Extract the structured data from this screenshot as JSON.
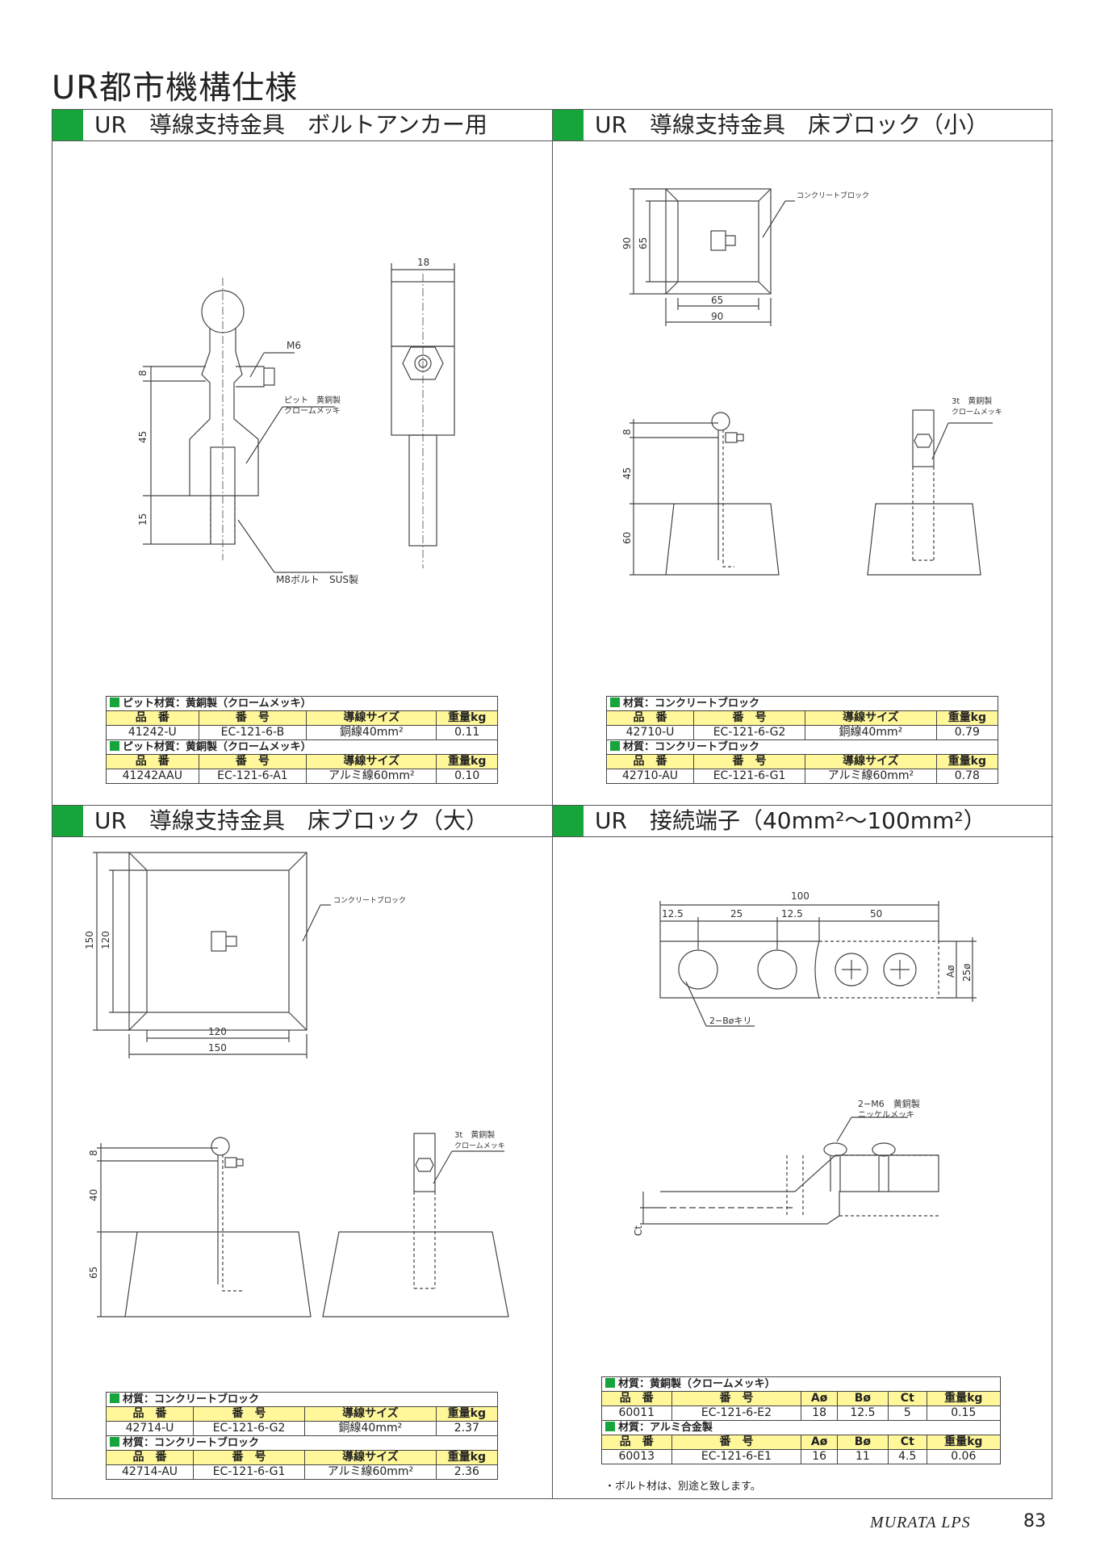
{
  "page_title": "UR都市機構仕様",
  "panels": {
    "p1": {
      "title": "UR　導線支持金具　ボルトアンカー用",
      "labels": {
        "m6": "M6",
        "pit1": "ピット　黄銅製",
        "pit2": "クロームメッキ",
        "bolt": "M8ボルト　SUS製",
        "d8": "8",
        "d45": "45",
        "d15": "15",
        "d18": "18"
      },
      "tables": [
        {
          "material": "ピット材質：黄銅製（クロームメッキ）",
          "headers": [
            "品　番",
            "番　号",
            "導線サイズ",
            "重量kg"
          ],
          "row": [
            "41242-U",
            "EC-121-6-B",
            "銅線40mm²",
            "0.11"
          ]
        },
        {
          "material": "ピット材質：黄銅製（クロームメッキ）",
          "headers": [
            "品　番",
            "番　号",
            "導線サイズ",
            "重量kg"
          ],
          "row": [
            "41242AAU",
            "EC-121-6-A1",
            "アルミ線60mm²",
            "0.10"
          ]
        }
      ]
    },
    "p2": {
      "title": "UR　導線支持金具　床ブロック（小）",
      "labels": {
        "block": "コンクリートブロック",
        "d90v": "90",
        "d65v": "65",
        "d65h": "65",
        "d90h": "90",
        "d8": "8",
        "d45": "45",
        "d60": "60",
        "t1": "3t　黄銅製",
        "t2": "クロームメッキ"
      },
      "tables": [
        {
          "material": "材質：コンクリートブロック",
          "headers": [
            "品　番",
            "番　号",
            "導線サイズ",
            "重量kg"
          ],
          "row": [
            "42710-U",
            "EC-121-6-G2",
            "銅線40mm²",
            "0.79"
          ]
        },
        {
          "material": "材質：コンクリートブロック",
          "headers": [
            "品　番",
            "番　号",
            "導線サイズ",
            "重量kg"
          ],
          "row": [
            "42710-AU",
            "EC-121-6-G1",
            "アルミ線60mm²",
            "0.78"
          ]
        }
      ]
    },
    "p3": {
      "title": "UR　導線支持金具　床ブロック（大）",
      "labels": {
        "block": "コンクリートブロック",
        "d150v": "150",
        "d120v": "120",
        "d120h": "120",
        "d150h": "150",
        "d8": "8",
        "d40": "40",
        "d65": "65",
        "t1": "3t　黄銅製",
        "t2": "クロームメッキ"
      },
      "tables": [
        {
          "material": "材質：コンクリートブロック",
          "headers": [
            "品　番",
            "番　号",
            "導線サイズ",
            "重量kg"
          ],
          "row": [
            "42714-U",
            "EC-121-6-G2",
            "銅線40mm²",
            "2.37"
          ]
        },
        {
          "material": "材質：コンクリートブロック",
          "headers": [
            "品　番",
            "番　号",
            "導線サイズ",
            "重量kg"
          ],
          "row": [
            "42714-AU",
            "EC-121-6-G1",
            "アルミ線60mm²",
            "2.36"
          ]
        }
      ]
    },
    "p4": {
      "title": "UR　接続端子（40mm²～100mm²）",
      "labels": {
        "d100": "100",
        "d125a": "12.5",
        "d25": "25",
        "d125b": "12.5",
        "d50": "50",
        "a": "Aø",
        "d25v": "25ø",
        "hole": "2−Bøキリ",
        "m6a": "2−M6　黄銅製",
        "m6b": "ニッケルメッキ",
        "ct": "Ct"
      },
      "tables": [
        {
          "material": "材質：黄銅製（クロームメッキ）",
          "headers": [
            "品　番",
            "番　号",
            "Aø",
            "Bø",
            "Ct",
            "重量kg"
          ],
          "row": [
            "60011",
            "EC-121-6-E2",
            "18",
            "12.5",
            "5",
            "0.15"
          ]
        },
        {
          "material": "材質：アルミ合金製",
          "headers": [
            "品　番",
            "番　号",
            "Aø",
            "Bø",
            "Ct",
            "重量kg"
          ],
          "row": [
            "60013",
            "EC-121-6-E1",
            "16",
            "11",
            "4.5",
            "0.06"
          ]
        }
      ],
      "note": "・ボルト材は、別途と致します。"
    }
  },
  "footer": {
    "brand": "MURATA LPS",
    "page": "83"
  },
  "colors": {
    "accent": "#15a53a",
    "header_fill": "#fff79a"
  }
}
